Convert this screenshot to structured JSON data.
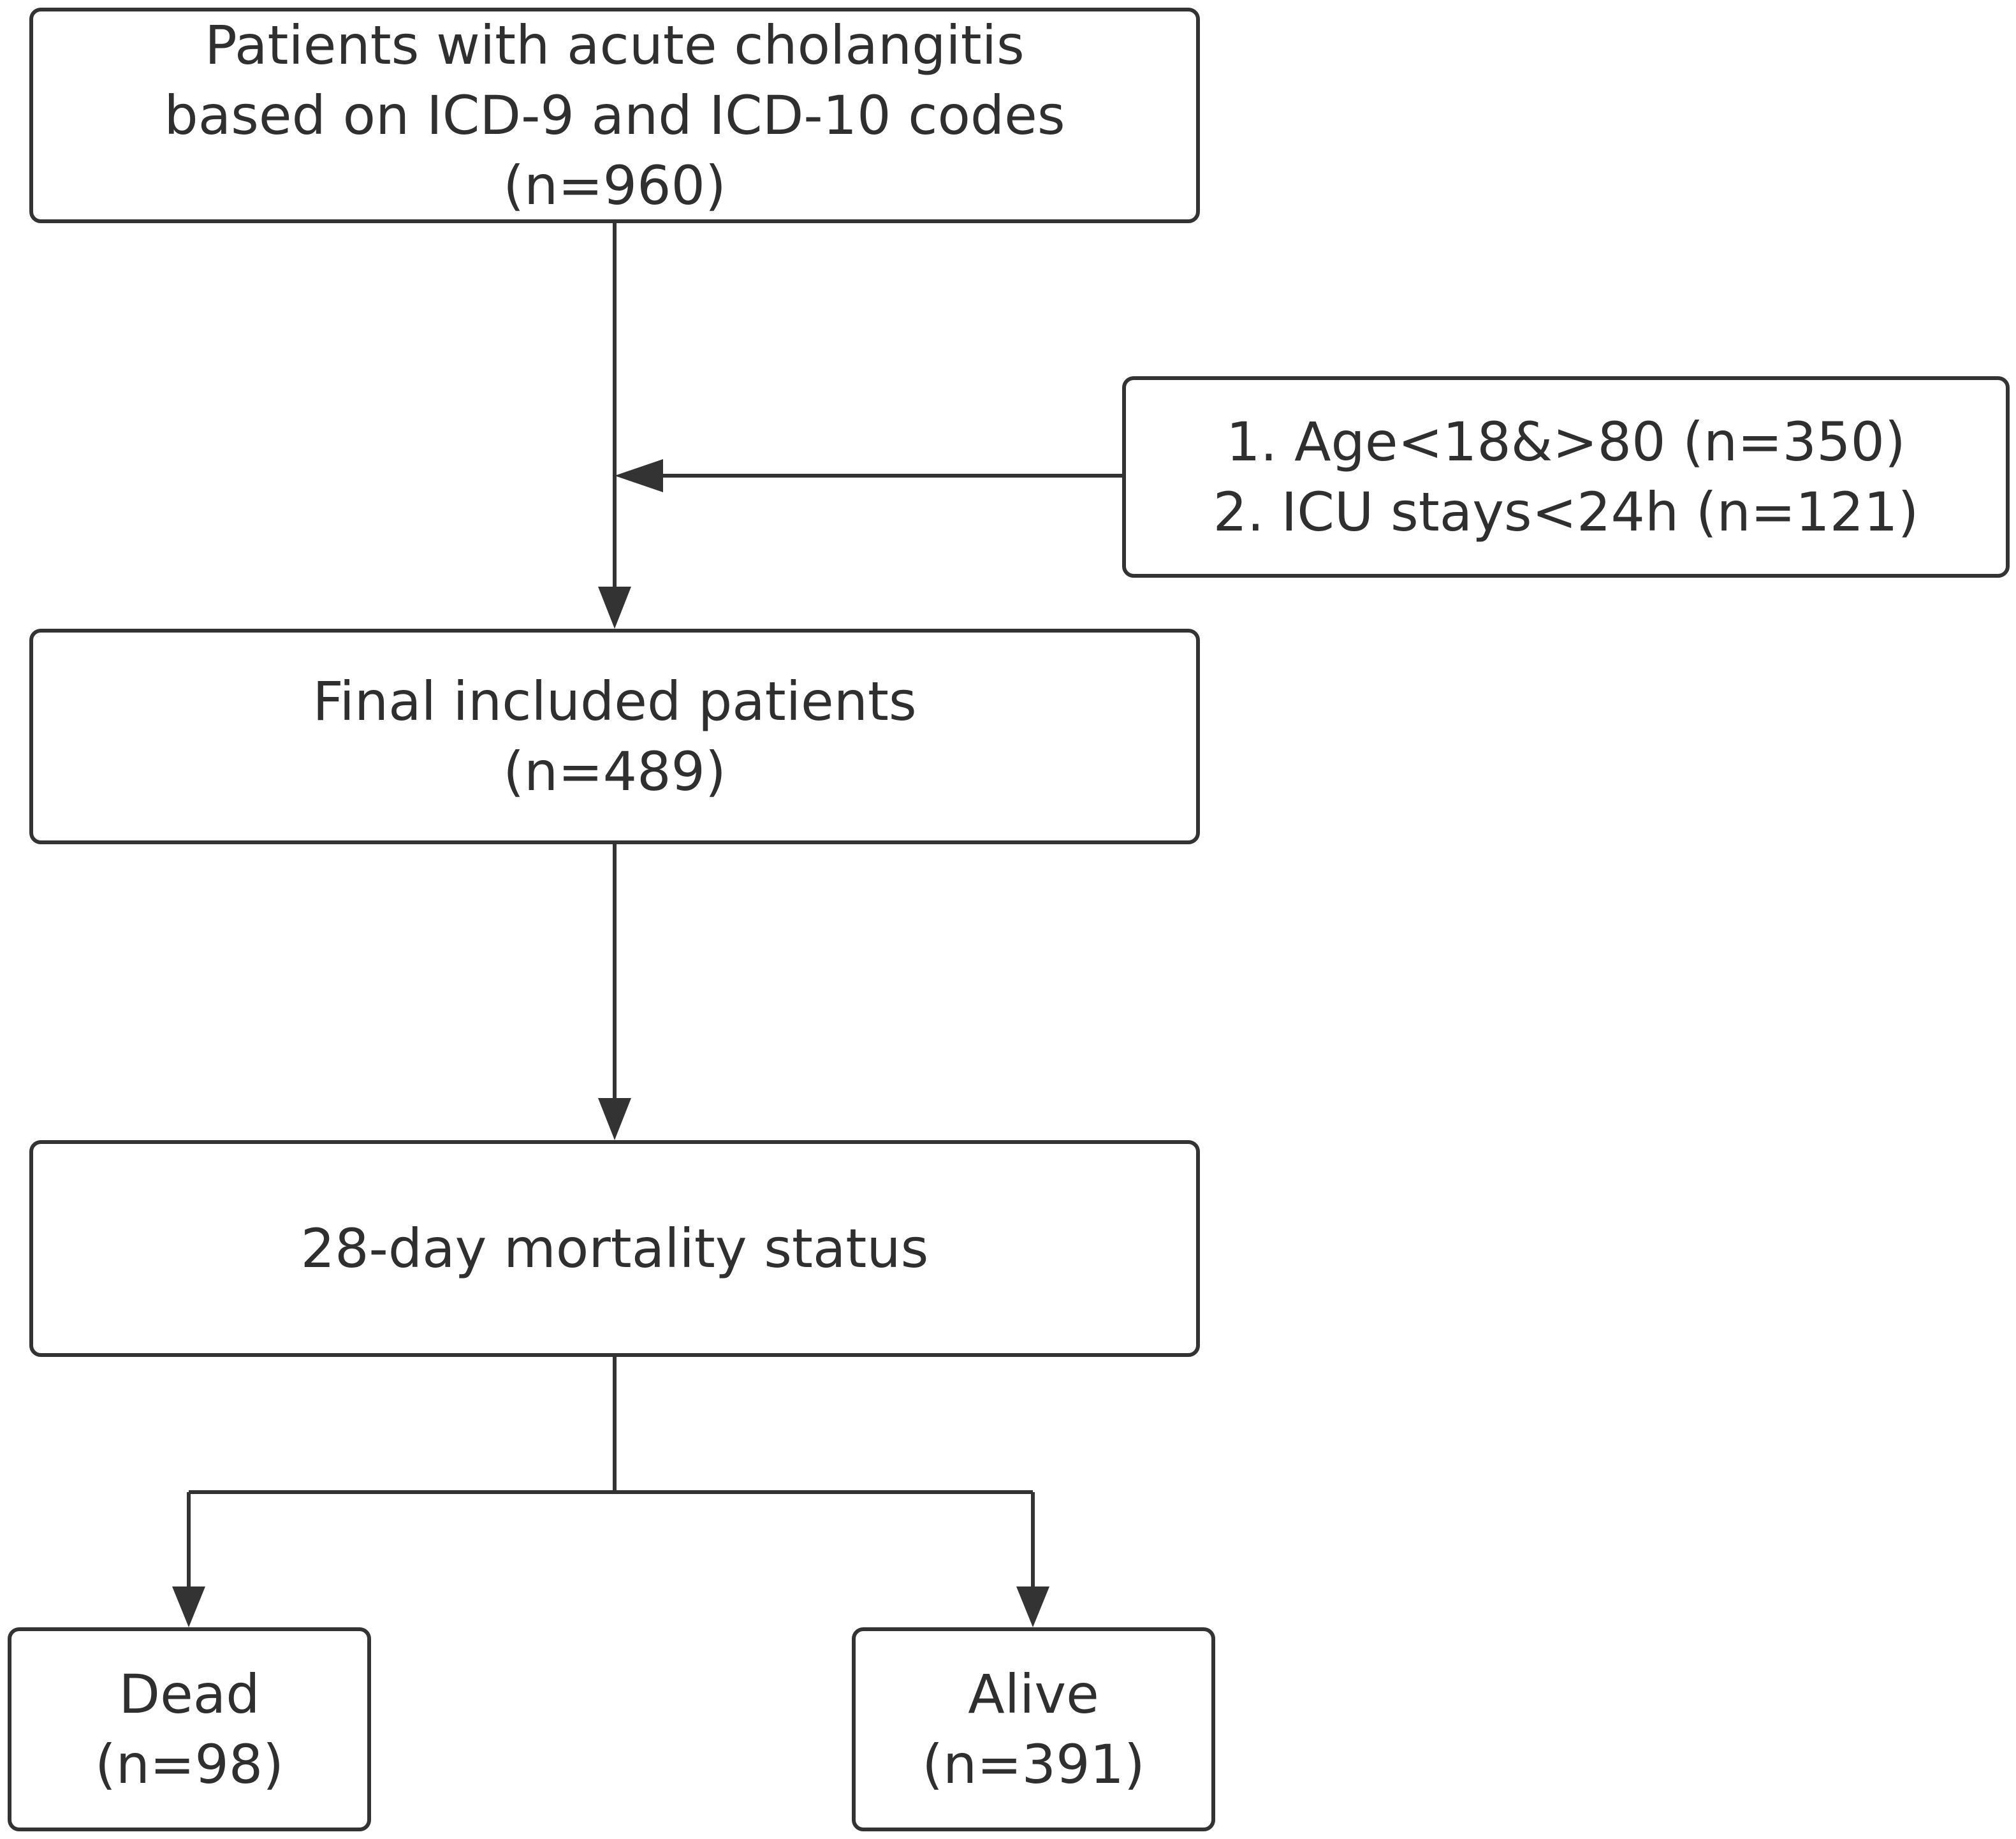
{
  "diagram": {
    "nodes": {
      "start": {
        "lines": [
          "Patients with acute cholangitis",
          "based on ICD-9 and ICD-10 codes",
          "(n=960)"
        ]
      },
      "exclusion": {
        "lines": [
          "1. Age<18&>80 (n=350)",
          "2. ICU stays<24h (n=121)"
        ]
      },
      "final": {
        "lines": [
          "Final included patients",
          "(n=489)"
        ]
      },
      "mortality": {
        "lines": [
          "28-day mortality status"
        ]
      },
      "dead": {
        "lines": [
          "Dead",
          "(n=98)"
        ]
      },
      "alive": {
        "lines": [
          "Alive",
          "(n=391)"
        ]
      }
    },
    "edges": [
      {
        "from": "start",
        "to": "final"
      },
      {
        "from": "exclusion",
        "to": "start-final-line"
      },
      {
        "from": "final",
        "to": "mortality"
      },
      {
        "from": "mortality",
        "to": "dead"
      },
      {
        "from": "mortality",
        "to": "alive"
      }
    ],
    "colors": {
      "stroke": "#333333",
      "text": "#2f2f2f",
      "background": "#ffffff"
    }
  }
}
